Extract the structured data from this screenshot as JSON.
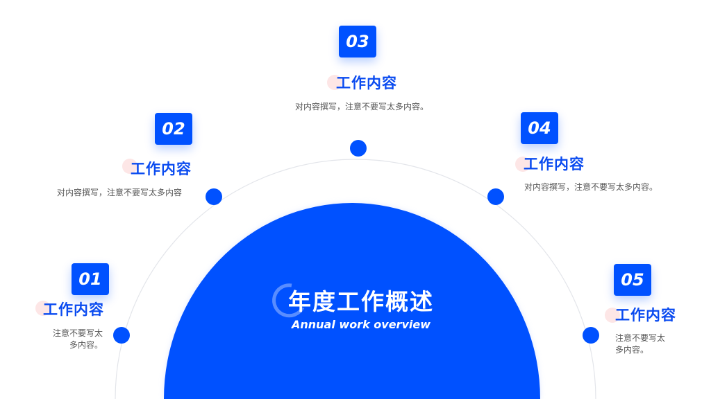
{
  "center": {
    "title": "年度工作概述",
    "subtitle": "Annual work overview"
  },
  "items": [
    {
      "number": "01",
      "title": "工作内容",
      "desc_lines": [
        "注意不要写太",
        "多内容。"
      ]
    },
    {
      "number": "02",
      "title": "工作内容",
      "desc_lines": [
        "对内容撰写，注意不要写太多内容"
      ]
    },
    {
      "number": "03",
      "title": "工作内容",
      "desc_lines": [
        "对内容撰写，注意不要写太多内容。"
      ]
    },
    {
      "number": "04",
      "title": "工作内容",
      "desc_lines": [
        "对内容撰写，注意不要写太多内容。"
      ]
    },
    {
      "number": "05",
      "title": "工作内容",
      "desc_lines": [
        "注意不要写太",
        "多内容。"
      ]
    }
  ],
  "colors": {
    "primary": "#0051ff",
    "title_text": "#0a4bf0",
    "accent_blob": "#fde6e6",
    "arc_line": "#e3e5ea"
  }
}
